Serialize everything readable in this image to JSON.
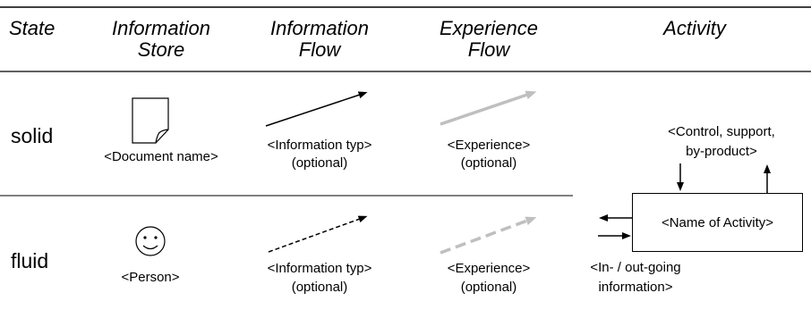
{
  "header": {
    "state": "State",
    "info_store": [
      "Information",
      "Store"
    ],
    "info_flow": [
      "Information",
      "Flow"
    ],
    "exp_flow": [
      "Experience",
      "Flow"
    ],
    "activity": "Activity"
  },
  "rows": {
    "solid": {
      "label": "solid",
      "store_icon": "document-icon",
      "store_label": "<Document name>",
      "info_flow_label": "<Information typ>",
      "info_flow_note": "(optional)",
      "exp_flow_label": "<Experience>",
      "exp_flow_note": "(optional)"
    },
    "fluid": {
      "label": "fluid",
      "store_icon": "smiley-icon",
      "store_label": "<Person>",
      "info_flow_label": "<Information typ>",
      "info_flow_note": "(optional)",
      "exp_flow_label": "<Experience>",
      "exp_flow_note": "(optional)"
    }
  },
  "activity": {
    "control_label": [
      "<Control, support,",
      "by-product>"
    ],
    "name": "<Name of Activity>",
    "io_label": [
      "<In- / out-going",
      "information>"
    ]
  },
  "colors": {
    "line": "#000000",
    "experience_gray": "#bfbfbf"
  }
}
